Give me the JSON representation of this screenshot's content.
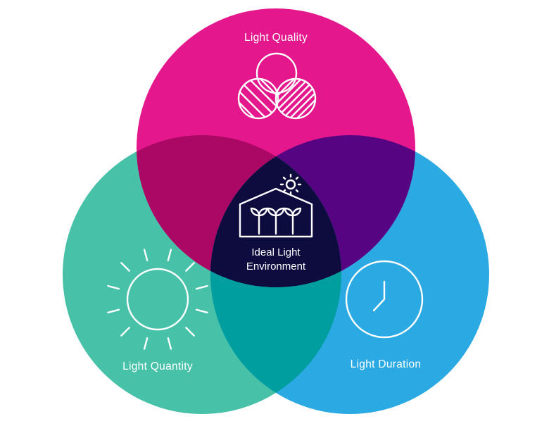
{
  "diagram": {
    "circles": [
      {
        "key": "quality",
        "label": "Light Quality",
        "color": "#e5178d",
        "icon": "overlapping-circles-icon"
      },
      {
        "key": "quantity",
        "label": "Light Quantity",
        "color": "#47c2a9",
        "icon": "sun-icon"
      },
      {
        "key": "duration",
        "label": "Light Duration",
        "color": "#2aa9e3",
        "icon": "clock-icon"
      }
    ],
    "overlaps": {
      "quality_quantity": "#ab0765",
      "quality_duration": "#560481",
      "quantity_duration": "#009e9e"
    },
    "center": {
      "line1": "Ideal Light",
      "line2": "Environment",
      "color": "#0e0b3f",
      "icon": "greenhouse-icon"
    }
  }
}
